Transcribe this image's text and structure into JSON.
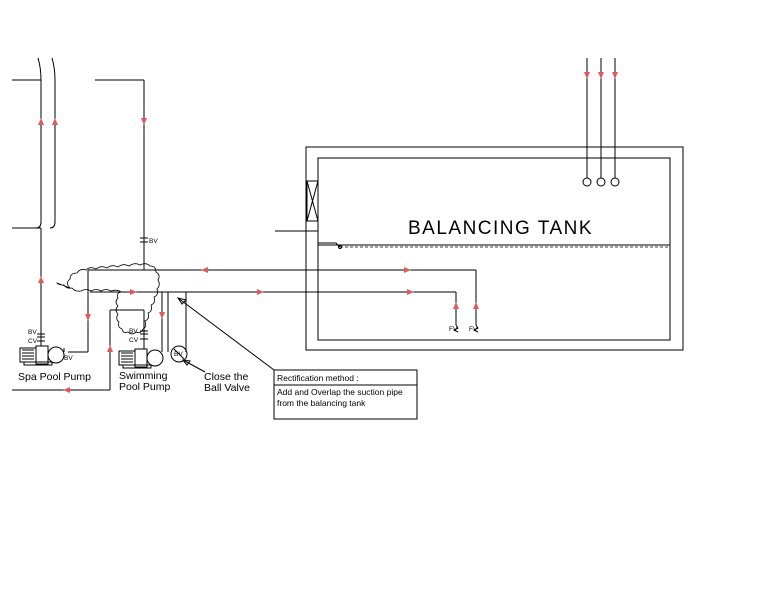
{
  "tank": {
    "title": "BALANCING TANK",
    "fv_left": "FV",
    "fv_right": "FV"
  },
  "pumps": {
    "spa_label_line1": "Spa Pool Pump",
    "swim_label_line1": "Swimming",
    "swim_label_line2": "Pool Pump"
  },
  "valves": {
    "bv_riser": "BV",
    "spa_bv": "BV",
    "spa_cv": "CV",
    "spa_bv_right": "BV",
    "swim_bv": "BV",
    "swim_cv": "CV",
    "swim_bv_right": "BV"
  },
  "callout": {
    "close_line1": "Close the",
    "close_line2": "Ball Valve"
  },
  "note": {
    "heading": "Rectification method :",
    "line1": "Add and Overlap the suction pipe",
    "line2": "from the balancing tank"
  },
  "colors": {
    "line": "#000000",
    "flow_arrow": "#e05a5a",
    "background": "#ffffff"
  }
}
